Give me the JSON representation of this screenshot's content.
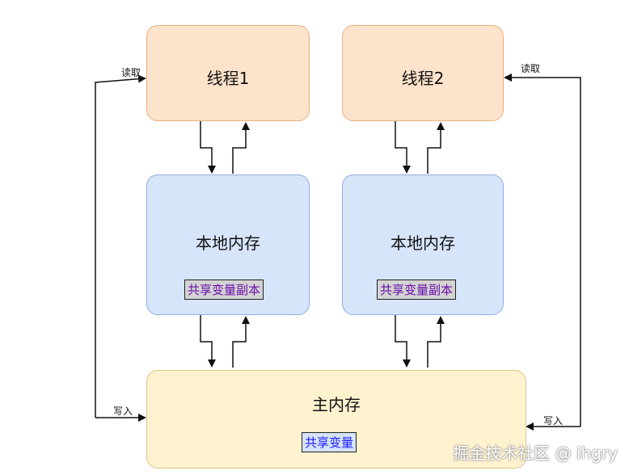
{
  "threads": [
    {
      "title": "线程1"
    },
    {
      "title": "线程2"
    }
  ],
  "local_memories": [
    {
      "title": "本地内存",
      "copy_label": "共享变量副本"
    },
    {
      "title": "本地内存",
      "copy_label": "共享变量副本"
    }
  ],
  "main_memory": {
    "title": "主内存",
    "shared_label": "共享变量"
  },
  "edge_labels": {
    "read_left": "读取",
    "read_right": "读取",
    "write_left": "写入",
    "write_right": "写入"
  },
  "watermark": "掘金技术社区 @ ihgry",
  "colors": {
    "thread_fill": "#fde3cb",
    "local_fill": "#d7e5fb",
    "main_fill": "#fff2cf",
    "copy_text": "#6a0dad",
    "shared_text": "#1a1aff"
  }
}
